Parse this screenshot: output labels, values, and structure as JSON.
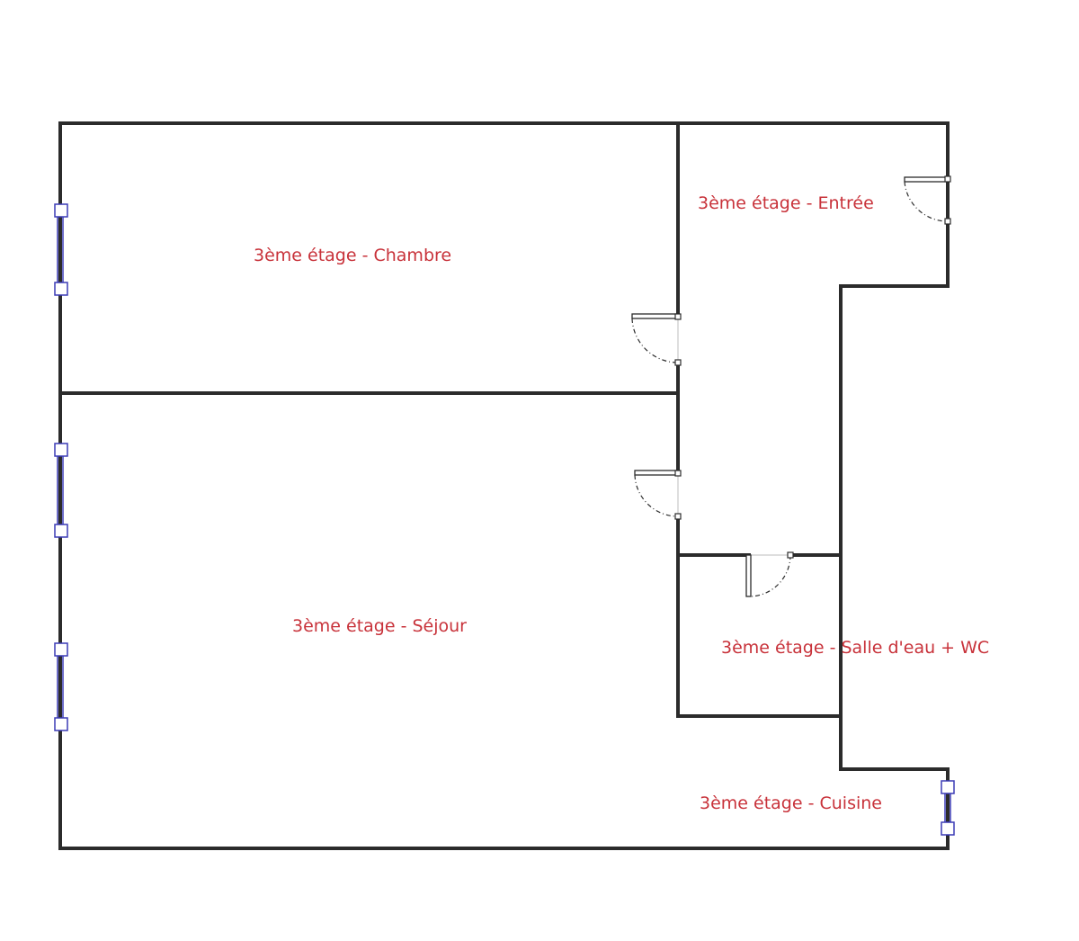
{
  "colors": {
    "wall": "#2b2b2b",
    "window": "#3b3bb5",
    "label": "#c8323a",
    "background": "#ffffff"
  },
  "rooms": {
    "chambre": {
      "label": "3ème étage - Chambre"
    },
    "entree": {
      "label": "3ème étage - Entrée"
    },
    "sejour": {
      "label": "3ème étage - Séjour"
    },
    "salle_eau": {
      "label": "3ème étage - Salle d'eau + WC"
    },
    "cuisine": {
      "label": "3ème étage - Cuisine"
    }
  }
}
